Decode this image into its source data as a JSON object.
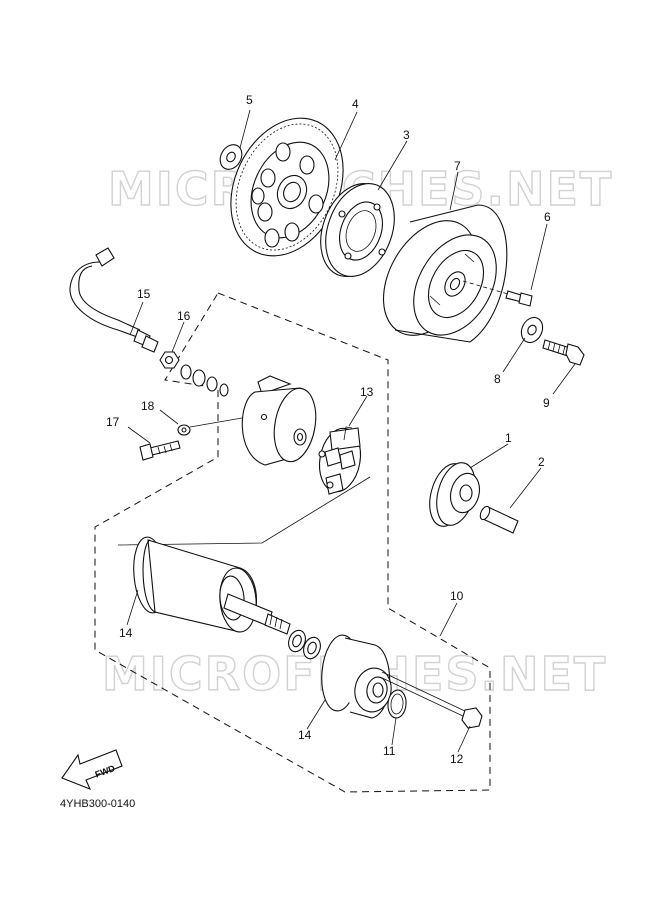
{
  "watermark": "MICROFICHES.NET",
  "diagram_code": "4YHB300-0140",
  "fwd_label": "FWD",
  "callouts": {
    "c1": "1",
    "c2": "2",
    "c3": "3",
    "c4": "4",
    "c5": "5",
    "c6": "6",
    "c7": "7",
    "c8": "8",
    "c9": "9",
    "c10": "10",
    "c11": "11",
    "c12": "12",
    "c13": "13",
    "c14a": "14",
    "c14b": "14",
    "c15": "15",
    "c16": "16",
    "c17": "17",
    "c18": "18"
  }
}
